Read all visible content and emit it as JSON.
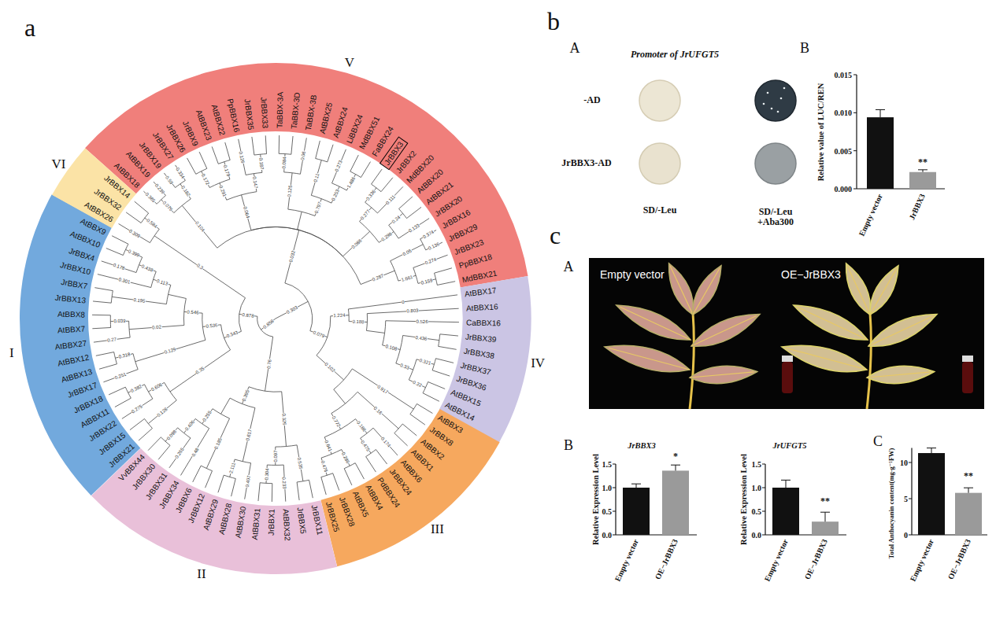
{
  "diagram": {
    "nodes": [
      {
        "text": [
          "V",
          "AtBBX18",
          "AtBBX19",
          "JrBBX19",
          "JrBBX27",
          "JrBBX26",
          "JrBBX9",
          "AtBBX23",
          "AtBBX22",
          "PpBBX16",
          "JrBBX35",
          "JrBBX33",
          "TaBBX-3A",
          "TaBBX-3D",
          "TaBBX-3B",
          "AtBBX25",
          "AtBBX24",
          "LiBBX24",
          "MdBBX51",
          "FaBBX24",
          "JrBBX2",
          "MdBBX20",
          "AtBBX20",
          "AtBBX21",
          "JrBBX20",
          "JrBBX16",
          "JrBBX29",
          "JrBBX23",
          "PpBBX18",
          "MdBBX21"
        ]
      },
      {
        "text": [
          "JrBBX3"
        ],
        "in": 0
      },
      {
        "text": [
          "IV",
          "AtBBX17",
          "AtBBX16",
          "CaBBX16",
          "JrBBX39",
          "JrBBX38",
          "JrBBX37",
          "JrBBX36",
          "AtBBX15",
          "AtBBX14"
        ]
      },
      {
        "text": [
          "III",
          "AtBBX3",
          "JrBBX8",
          "AtBBX2",
          "AtBBX1",
          "AtBBX6",
          "JrBBX24",
          "PdBBX24",
          "AtBBX4",
          "AtBBX5",
          "JrBBX28",
          "JrBBX25"
        ]
      },
      {
        "text": [
          "II",
          "JrBBX11",
          "JrBBX5",
          "AtBBX32",
          "JrBBX1",
          "AtBBX31",
          "AtBBX30",
          "AtBBX28",
          "AtBBX29",
          "JrBBX12",
          "JrBBX6",
          "JrBBX34",
          "JrBBX31",
          "JrBBX30",
          "VvBBX44"
        ]
      },
      {
        "text": [
          "I",
          "JrBBX21",
          "JrBBX15",
          "JrBBX22",
          "AtBBX11",
          "JrBBX18",
          "JrBBX17",
          "AtBBX13",
          "AtBBX12",
          "AtBBX27",
          "AtBBX7",
          "AtBBX8",
          "JrBBX13",
          "JrBBX7",
          "JrBBX10",
          "JrBBX4",
          "AtBBX10",
          "AtBBX9"
        ]
      },
      {
        "text": [
          "VI",
          "AtBBX26",
          "JrBBX32",
          "JrBBX14"
        ]
      }
    ],
    "labels": [
      "a",
      "b",
      "A",
      "Promoter of JrUFGT5",
      "-AD",
      "JrBBX3-AD",
      "SD/-Leu",
      "SD/-Leu +Aba300",
      "B",
      "0.015",
      "0.010",
      "0.005",
      "0.000",
      "Relative value of LUC/REN",
      "Empty vector",
      "JrBBX3",
      "**",
      "c",
      "A",
      "Empty vector",
      "OE−JrBBX3",
      "B",
      "JrBBX3",
      "1.5",
      "1.0",
      "0.5",
      "0.0",
      "Relative Expression Level",
      "Empty vector",
      "OE−JrBBX3",
      "*",
      "JrUFGT5",
      "1.5",
      "1.0",
      "0.5",
      "0.0",
      "Relative Expression Level",
      "Empty vector",
      "OE−JrBBX3",
      "**",
      "C",
      "10",
      "5",
      "0",
      "Total Anthocyanin content(mg·g⁻¹FW)",
      "Empty vector",
      "OE−JrBBX3",
      "**",
      "0",
      "0.3",
      "0.803",
      "0.526",
      "0.917",
      "0.129",
      "0.35",
      "0.16",
      "0.185",
      "0.195",
      "0.48",
      "0.301",
      "0.104",
      "0.617",
      "0.02",
      "0.032",
      "0.76",
      "0.326",
      "0.05",
      "0.535",
      "0.11",
      "0.128",
      "0.436",
      "0.125",
      "0.309",
      "0.126",
      "0.06",
      "0.111",
      "0.133",
      "0.274",
      "0.233",
      "0.407",
      "0.273",
      "0.275",
      "0.251",
      "0.174",
      "0.265",
      "0.27",
      "0.178",
      "0.064",
      "0.086",
      "0.287",
      "0.102",
      "0.303",
      "0.079",
      "0.343",
      "0.076",
      "0.182",
      "0.584",
      "0.172",
      "0.179",
      "0.187",
      "0.084",
      "0.336",
      "0.24",
      "0.159",
      "0.304",
      "2.111",
      "1.486",
      "0.382",
      "0.318",
      "0.475",
      "0.286",
      "0.476",
      "0.098",
      "0.039",
      "0.321",
      "0.22",
      "0.399",
      "0.291",
      "0.147",
      "0.277",
      "0.298",
      "1.661",
      "0.097",
      "0.253",
      "0.606",
      "0.186",
      "0.641",
      "0.406",
      "0.33",
      "0.438",
      "0.797",
      "0.772",
      "0.255",
      "0.108",
      "0.113",
      "0.395",
      "0.188",
      "0.546",
      "1.224",
      "0.536",
      "0.878",
      "0.858",
      "0.385",
      "0.239",
      "0.59",
      "0.334",
      "0.374",
      "0.136"
    ]
  }
}
